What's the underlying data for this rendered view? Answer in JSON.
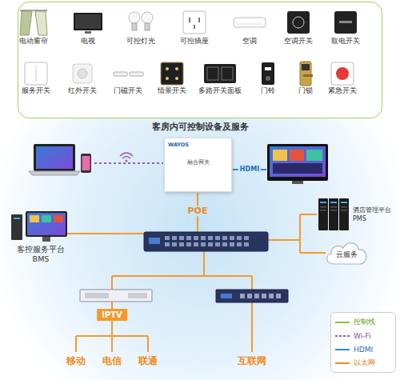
{
  "diagram": {
    "nodes": [
      {
        "text": [
          "客房内可控制设备及服务"
        ]
      },
      {
        "text": [
          "电动窗帘"
        ],
        "in": 0
      },
      {
        "text": [
          "电视"
        ],
        "in": 0
      },
      {
        "text": [
          "可控灯光"
        ],
        "in": 0
      },
      {
        "text": [
          "可控插座"
        ],
        "in": 0
      },
      {
        "text": [
          "空调"
        ],
        "in": 0
      },
      {
        "text": [
          "空调开关"
        ],
        "in": 0
      },
      {
        "text": [
          "取电开关"
        ],
        "in": 0
      },
      {
        "text": [
          "服务开关"
        ],
        "in": 0
      },
      {
        "text": [
          "红外开关"
        ],
        "in": 0
      },
      {
        "text": [
          "门磁开关"
        ],
        "in": 0
      },
      {
        "text": [
          "情景开关"
        ],
        "in": 0
      },
      {
        "text": [
          "多路开关面板"
        ],
        "in": 0
      },
      {
        "text": [
          "门铃"
        ],
        "in": 0
      },
      {
        "text": [
          "门锁"
        ],
        "in": 0
      },
      {
        "text": [
          "紧急开关"
        ],
        "in": 0
      },
      {
        "text": [
          "WAYOS",
          "融合网关"
        ]
      },
      {
        "text": [
          "客控服务平台 BMS"
        ]
      },
      {
        "text": [
          "酒店管理平台 PMS"
        ]
      },
      {
        "text": [
          "云服务"
        ]
      },
      {
        "text": [
          "IPTV"
        ]
      }
    ],
    "labels": [
      "HDMI",
      "POE",
      "移动",
      "电信",
      "联通",
      "互联网"
    ],
    "legend": [
      {
        "text": "控制线"
      },
      {
        "text": "Wi-Fi"
      },
      {
        "text": "HDMI"
      },
      {
        "text": "以太网"
      }
    ]
  }
}
